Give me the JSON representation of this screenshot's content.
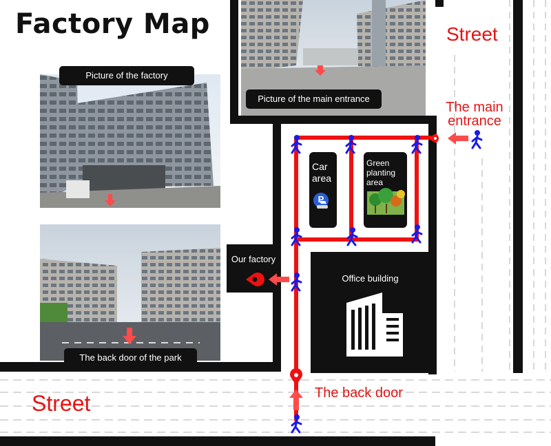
{
  "map": {
    "title": "Factory Map",
    "street_top_right": "Street",
    "street_bottom_left": "Street",
    "main_entrance_label": "The main entrance",
    "back_door_label": "The back door",
    "factory_photo_caption": "Picture of the factory",
    "entrance_photo_caption": "Picture of the main entrance",
    "back_door_photo_caption": "The back door of the park",
    "our_factory_label": "Our factory",
    "car_area_label": "Car area",
    "green_area_label": "Green planting area",
    "office_building_label": "Office building",
    "parking_sign": "P"
  },
  "icons": {
    "pedestrian": "walking-person-icon",
    "pin": "location-pin-icon",
    "arrow": "direction-arrow-icon",
    "office": "office-building-icon",
    "car": "car-icon",
    "trees": "trees-icon"
  },
  "colors": {
    "route": "#ee1111",
    "walker": "#1a1ae6",
    "street_text": "#e41414",
    "block": "#111111"
  }
}
